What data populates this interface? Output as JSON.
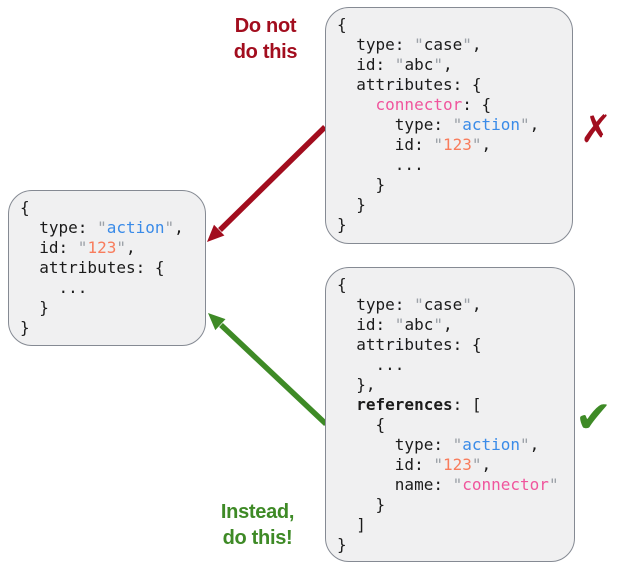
{
  "colors": {
    "red": "#A20D1E",
    "green": "#3E8A26",
    "box_bg": "#F0F0F1",
    "box_border": "#858A93",
    "code": "#1B1B1B",
    "blue": "#3A8BE8",
    "orange": "#F87C5C",
    "pink": "#F0559D",
    "quote": "#9CA1A8"
  },
  "labels": {
    "do_not": {
      "line1": "Do not",
      "line2": "do this"
    },
    "instead": {
      "line1": "Instead,",
      "line2": "do this!"
    }
  },
  "marks": {
    "cross": "✗",
    "check": "✔"
  },
  "boxes": {
    "target": {
      "lines": [
        [
          {
            "t": "{"
          }
        ],
        [
          {
            "t": "  type: "
          },
          {
            "t": "\"",
            "c": "quote"
          },
          {
            "t": "action",
            "c": "blue"
          },
          {
            "t": "\"",
            "c": "quote"
          },
          {
            "t": ","
          }
        ],
        [
          {
            "t": "  id: "
          },
          {
            "t": "\"",
            "c": "quote"
          },
          {
            "t": "123",
            "c": "orange"
          },
          {
            "t": "\"",
            "c": "quote"
          },
          {
            "t": ","
          }
        ],
        [
          {
            "t": "  attributes: {"
          }
        ],
        [
          {
            "t": "    ..."
          }
        ],
        [
          {
            "t": "  }"
          }
        ],
        [
          {
            "t": "}"
          }
        ]
      ]
    },
    "bad": {
      "lines": [
        [
          {
            "t": "{"
          }
        ],
        [
          {
            "t": "  type: "
          },
          {
            "t": "\"",
            "c": "quote"
          },
          {
            "t": "case"
          },
          {
            "t": "\"",
            "c": "quote"
          },
          {
            "t": ","
          }
        ],
        [
          {
            "t": "  id: "
          },
          {
            "t": "\"",
            "c": "quote"
          },
          {
            "t": "abc"
          },
          {
            "t": "\"",
            "c": "quote"
          },
          {
            "t": ","
          }
        ],
        [
          {
            "t": "  attributes: {"
          }
        ],
        [
          {
            "t": "    "
          },
          {
            "t": "connector",
            "c": "pink"
          },
          {
            "t": ": {"
          }
        ],
        [
          {
            "t": "      type: "
          },
          {
            "t": "\"",
            "c": "quote"
          },
          {
            "t": "action",
            "c": "blue"
          },
          {
            "t": "\"",
            "c": "quote"
          },
          {
            "t": ","
          }
        ],
        [
          {
            "t": "      id: "
          },
          {
            "t": "\"",
            "c": "quote"
          },
          {
            "t": "123",
            "c": "orange"
          },
          {
            "t": "\"",
            "c": "quote"
          },
          {
            "t": ","
          }
        ],
        [
          {
            "t": "      ..."
          }
        ],
        [
          {
            "t": "    }"
          }
        ],
        [
          {
            "t": "  }"
          }
        ],
        [
          {
            "t": "}"
          }
        ]
      ]
    },
    "good": {
      "lines": [
        [
          {
            "t": "{"
          }
        ],
        [
          {
            "t": "  type: "
          },
          {
            "t": "\"",
            "c": "quote"
          },
          {
            "t": "case"
          },
          {
            "t": "\"",
            "c": "quote"
          },
          {
            "t": ","
          }
        ],
        [
          {
            "t": "  id: "
          },
          {
            "t": "\"",
            "c": "quote"
          },
          {
            "t": "abc"
          },
          {
            "t": "\"",
            "c": "quote"
          },
          {
            "t": ","
          }
        ],
        [
          {
            "t": "  attributes: {"
          }
        ],
        [
          {
            "t": "    ..."
          }
        ],
        [
          {
            "t": "  },"
          }
        ],
        [
          {
            "t": "  "
          },
          {
            "t": "references",
            "c": "bold"
          },
          {
            "t": ": ["
          }
        ],
        [
          {
            "t": "    {"
          }
        ],
        [
          {
            "t": "      type: "
          },
          {
            "t": "\"",
            "c": "quote"
          },
          {
            "t": "action",
            "c": "blue"
          },
          {
            "t": "\"",
            "c": "quote"
          },
          {
            "t": ","
          }
        ],
        [
          {
            "t": "      id: "
          },
          {
            "t": "\"",
            "c": "quote"
          },
          {
            "t": "123",
            "c": "orange"
          },
          {
            "t": "\"",
            "c": "quote"
          },
          {
            "t": ","
          }
        ],
        [
          {
            "t": "      name: "
          },
          {
            "t": "\"",
            "c": "quote"
          },
          {
            "t": "connector",
            "c": "pink"
          },
          {
            "t": "\"",
            "c": "quote"
          }
        ],
        [
          {
            "t": "    }"
          }
        ],
        [
          {
            "t": "  ]"
          }
        ],
        [
          {
            "t": "}"
          }
        ]
      ]
    }
  }
}
